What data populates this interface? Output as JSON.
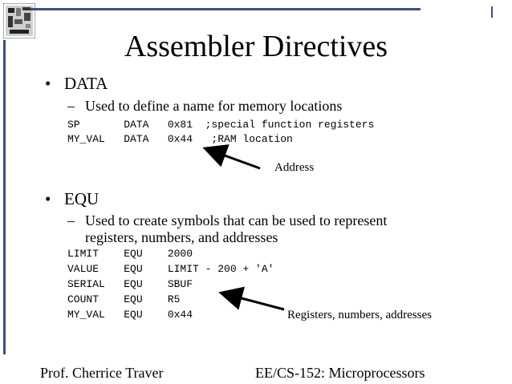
{
  "slide": {
    "title": "Assembler Directives",
    "sections": [
      {
        "bullet": "DATA",
        "description": "Used to define a name for memory locations",
        "code": [
          "SP       DATA   0x81  ;special function registers",
          "MY_VAL   DATA   0x44   ;RAM location"
        ],
        "annotation": "Address"
      },
      {
        "bullet": "EQU",
        "description_line1": "Used to create symbols that can be used to represent",
        "description_line2": "registers, numbers, and addresses",
        "code": [
          "LIMIT    EQU    2000",
          "VALUE    EQU    LIMIT - 200 + 'A'",
          "SERIAL   EQU    SBUF",
          "COUNT    EQU    R5",
          "MY_VAL   EQU    0x44"
        ],
        "annotation": "Registers, numbers, addresses"
      }
    ],
    "footer_left": "Prof. Cherrice Traver",
    "footer_right": "EE/CS-152: Microprocessors",
    "bullet_glyph": "•",
    "dash_glyph": "–",
    "accent_color": "#3a4e8a"
  }
}
